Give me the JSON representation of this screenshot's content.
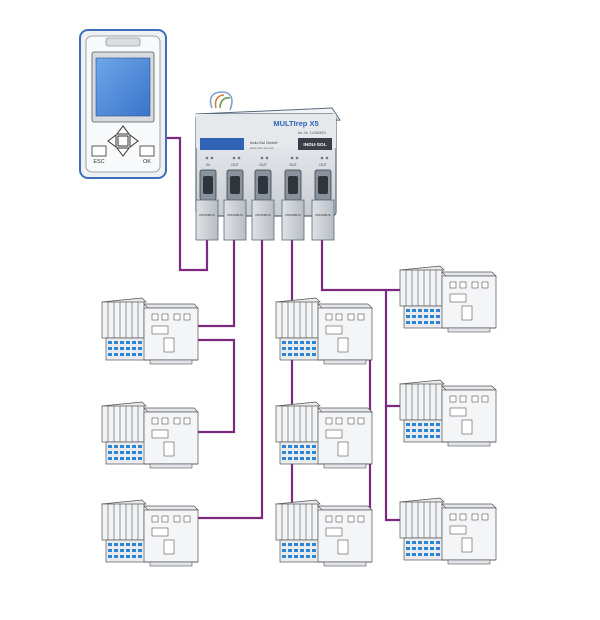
{
  "handheld": {
    "esc_label": "ESC",
    "ok_label": "OK"
  },
  "multirep": {
    "title": "MULTIrep X5",
    "company": "Indu-Sol GmbH",
    "company_sub": "www.indu-sol.com",
    "article_no": "Art.-Nr. 114060001",
    "brand_logo": "INDU-SOL",
    "ports": [
      "IN",
      "OUT",
      "OUT",
      "OUT",
      "OUT"
    ],
    "port_tags": [
      "PROFIBUS",
      "PROFIBUS",
      "PROFIBUS",
      "PROFIBUS",
      "PROFIBUS"
    ]
  },
  "colors": {
    "bus_line": "#7b2a80",
    "terminal_blue": "#2b86d6",
    "device_gray": "#cfd3d8",
    "screen_blue": "#3f86d9"
  },
  "stations": [
    {
      "id": "left-1"
    },
    {
      "id": "left-2"
    },
    {
      "id": "left-3"
    },
    {
      "id": "center-1"
    },
    {
      "id": "center-2"
    },
    {
      "id": "center-3"
    },
    {
      "id": "right-1"
    },
    {
      "id": "right-2"
    },
    {
      "id": "right-3"
    }
  ]
}
